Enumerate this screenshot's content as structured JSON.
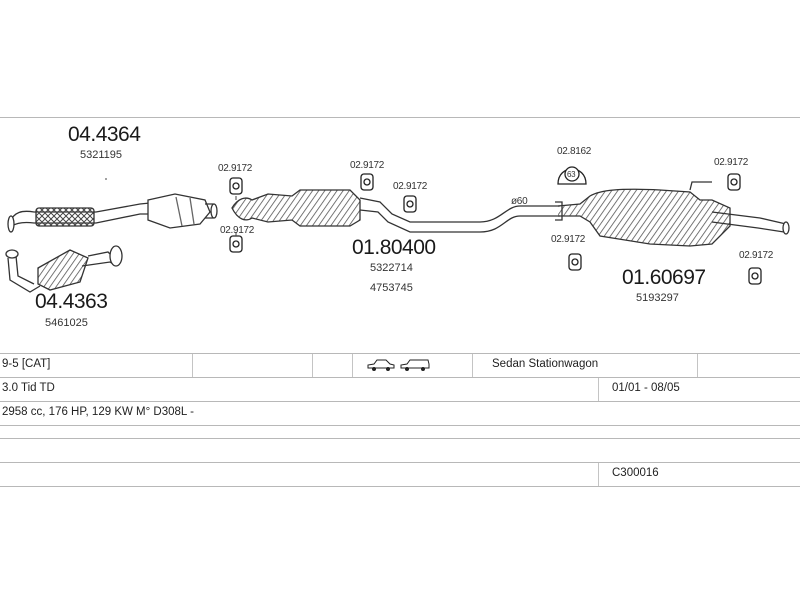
{
  "parts": {
    "front_pipe_top": {
      "number": "04.4364",
      "oem": "5321195"
    },
    "front_pipe_bottom": {
      "number": "04.4363",
      "oem": "5461025"
    },
    "middle_silencer": {
      "number": "01.80400",
      "oem1": "5322714",
      "oem2": "4753745"
    },
    "rear_silencer": {
      "number": "01.60697",
      "oem": "5193297"
    },
    "mount_a": "02.9172",
    "mount_b": "02.9172",
    "mount_c": "02.9172",
    "mount_d": "02.9172",
    "mount_e": "02.9172",
    "mount_f": "02.9172",
    "mount_g": "02.9172",
    "clamp": "02.8162",
    "clamp_inner": "63",
    "pipe_diameter": "ø60"
  },
  "table": {
    "model": "9-5  [CAT]",
    "body_types": "Sedan  Stationwagon",
    "engine": "3.0 Tid TD",
    "period": "01/01 - 08/05",
    "specs": "2958 cc, 176 HP, 129 KW M° D308L -",
    "code": "C300016"
  },
  "icons": {
    "car_sedan": "sedan-car-icon",
    "car_wagon": "stationwagon-car-icon"
  },
  "colors": {
    "lines": "#b8b8b8",
    "ink": "#222222",
    "hatch": "#555555"
  }
}
